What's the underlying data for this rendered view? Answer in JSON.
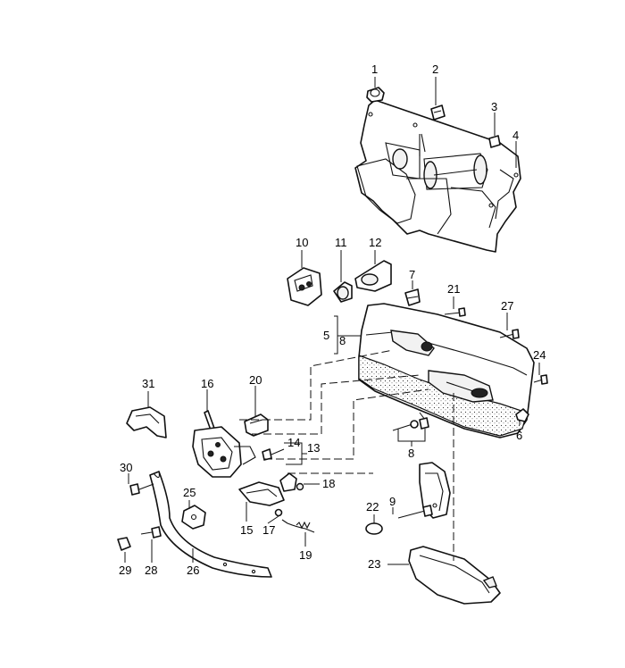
{
  "callouts": {
    "c1": "1",
    "c2": "2",
    "c3": "3",
    "c4": "4",
    "c5": "5",
    "c6": "6",
    "c7": "7",
    "c8_upper": "8",
    "c8_lower": "8",
    "c9": "9",
    "c10": "10",
    "c11": "11",
    "c12": "12",
    "c13": "13",
    "c14": "14",
    "c15": "15",
    "c16": "16",
    "c17": "17",
    "c18": "18",
    "c19": "19",
    "c20": "20",
    "c21": "21",
    "c22": "22",
    "c23": "23",
    "c24": "24",
    "c25": "25",
    "c26": "26",
    "c27": "27",
    "c28": "28",
    "c29": "29",
    "c30": "30",
    "c31": "31"
  }
}
